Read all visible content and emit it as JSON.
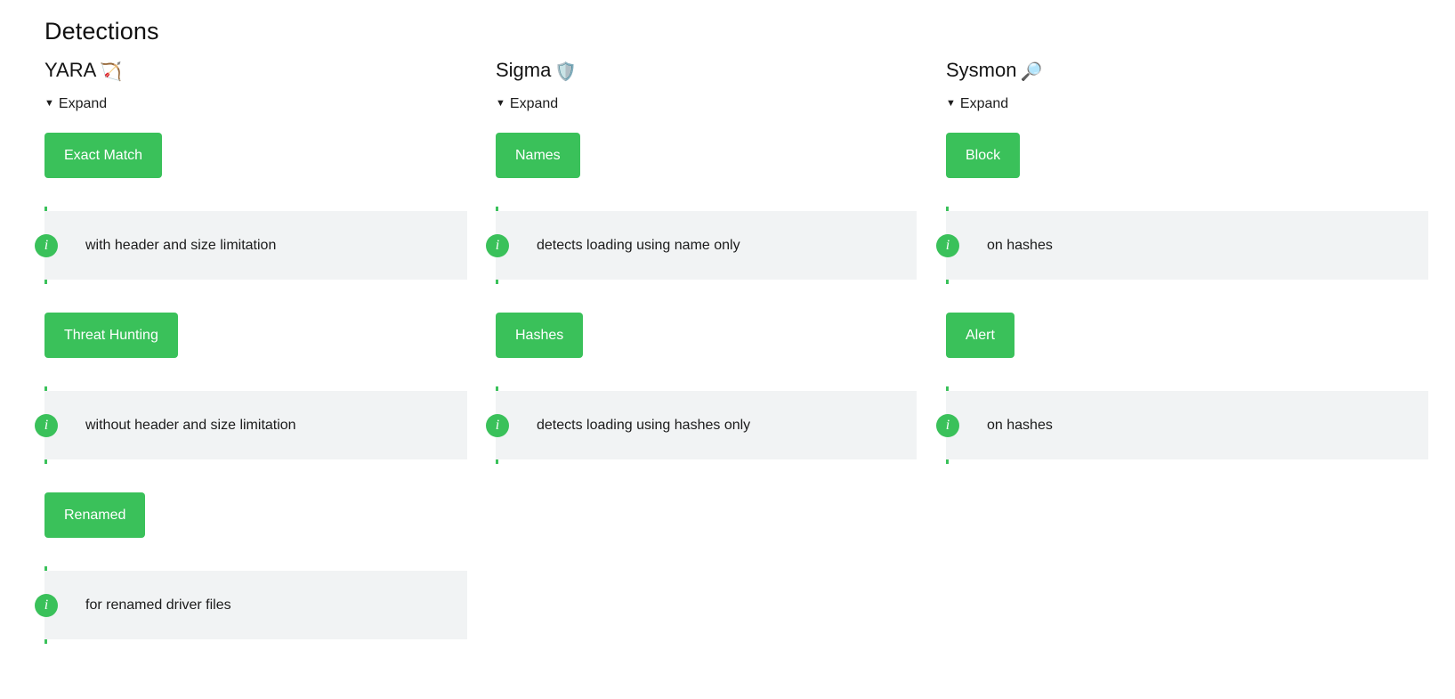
{
  "page": {
    "title": "Detections",
    "accent_green": "#3ac15a",
    "note_background": "#f1f3f4",
    "text_color": "#1b1b1b"
  },
  "columns": [
    {
      "title": "YARA",
      "emoji": "🏹",
      "emoji_name": "bow-and-arrow-emoji",
      "expand_label": "Expand",
      "expand_caret": "▼",
      "blocks": [
        {
          "type": "tag",
          "label": "Exact Match"
        },
        {
          "type": "note",
          "icon": "i",
          "text": "with header and size limitation"
        },
        {
          "type": "tag",
          "label": "Threat Hunting"
        },
        {
          "type": "note",
          "icon": "i",
          "text": "without header and size limitation"
        },
        {
          "type": "tag",
          "label": "Renamed"
        },
        {
          "type": "note",
          "icon": "i",
          "text": "for renamed driver files"
        }
      ]
    },
    {
      "title": "Sigma",
      "emoji": "🛡️",
      "emoji_name": "shield-emoji",
      "expand_label": "Expand",
      "expand_caret": "▼",
      "blocks": [
        {
          "type": "tag",
          "label": "Names"
        },
        {
          "type": "note",
          "icon": "i",
          "text": "detects loading using name only"
        },
        {
          "type": "tag",
          "label": "Hashes"
        },
        {
          "type": "note",
          "icon": "i",
          "text": "detects loading using hashes only"
        }
      ]
    },
    {
      "title": "Sysmon",
      "emoji": "🔎",
      "emoji_name": "magnifying-glass-emoji",
      "expand_label": "Expand",
      "expand_caret": "▼",
      "blocks": [
        {
          "type": "tag",
          "label": "Block"
        },
        {
          "type": "note",
          "icon": "i",
          "text": "on hashes"
        },
        {
          "type": "tag",
          "label": "Alert"
        },
        {
          "type": "note",
          "icon": "i",
          "text": "on hashes"
        }
      ]
    }
  ]
}
